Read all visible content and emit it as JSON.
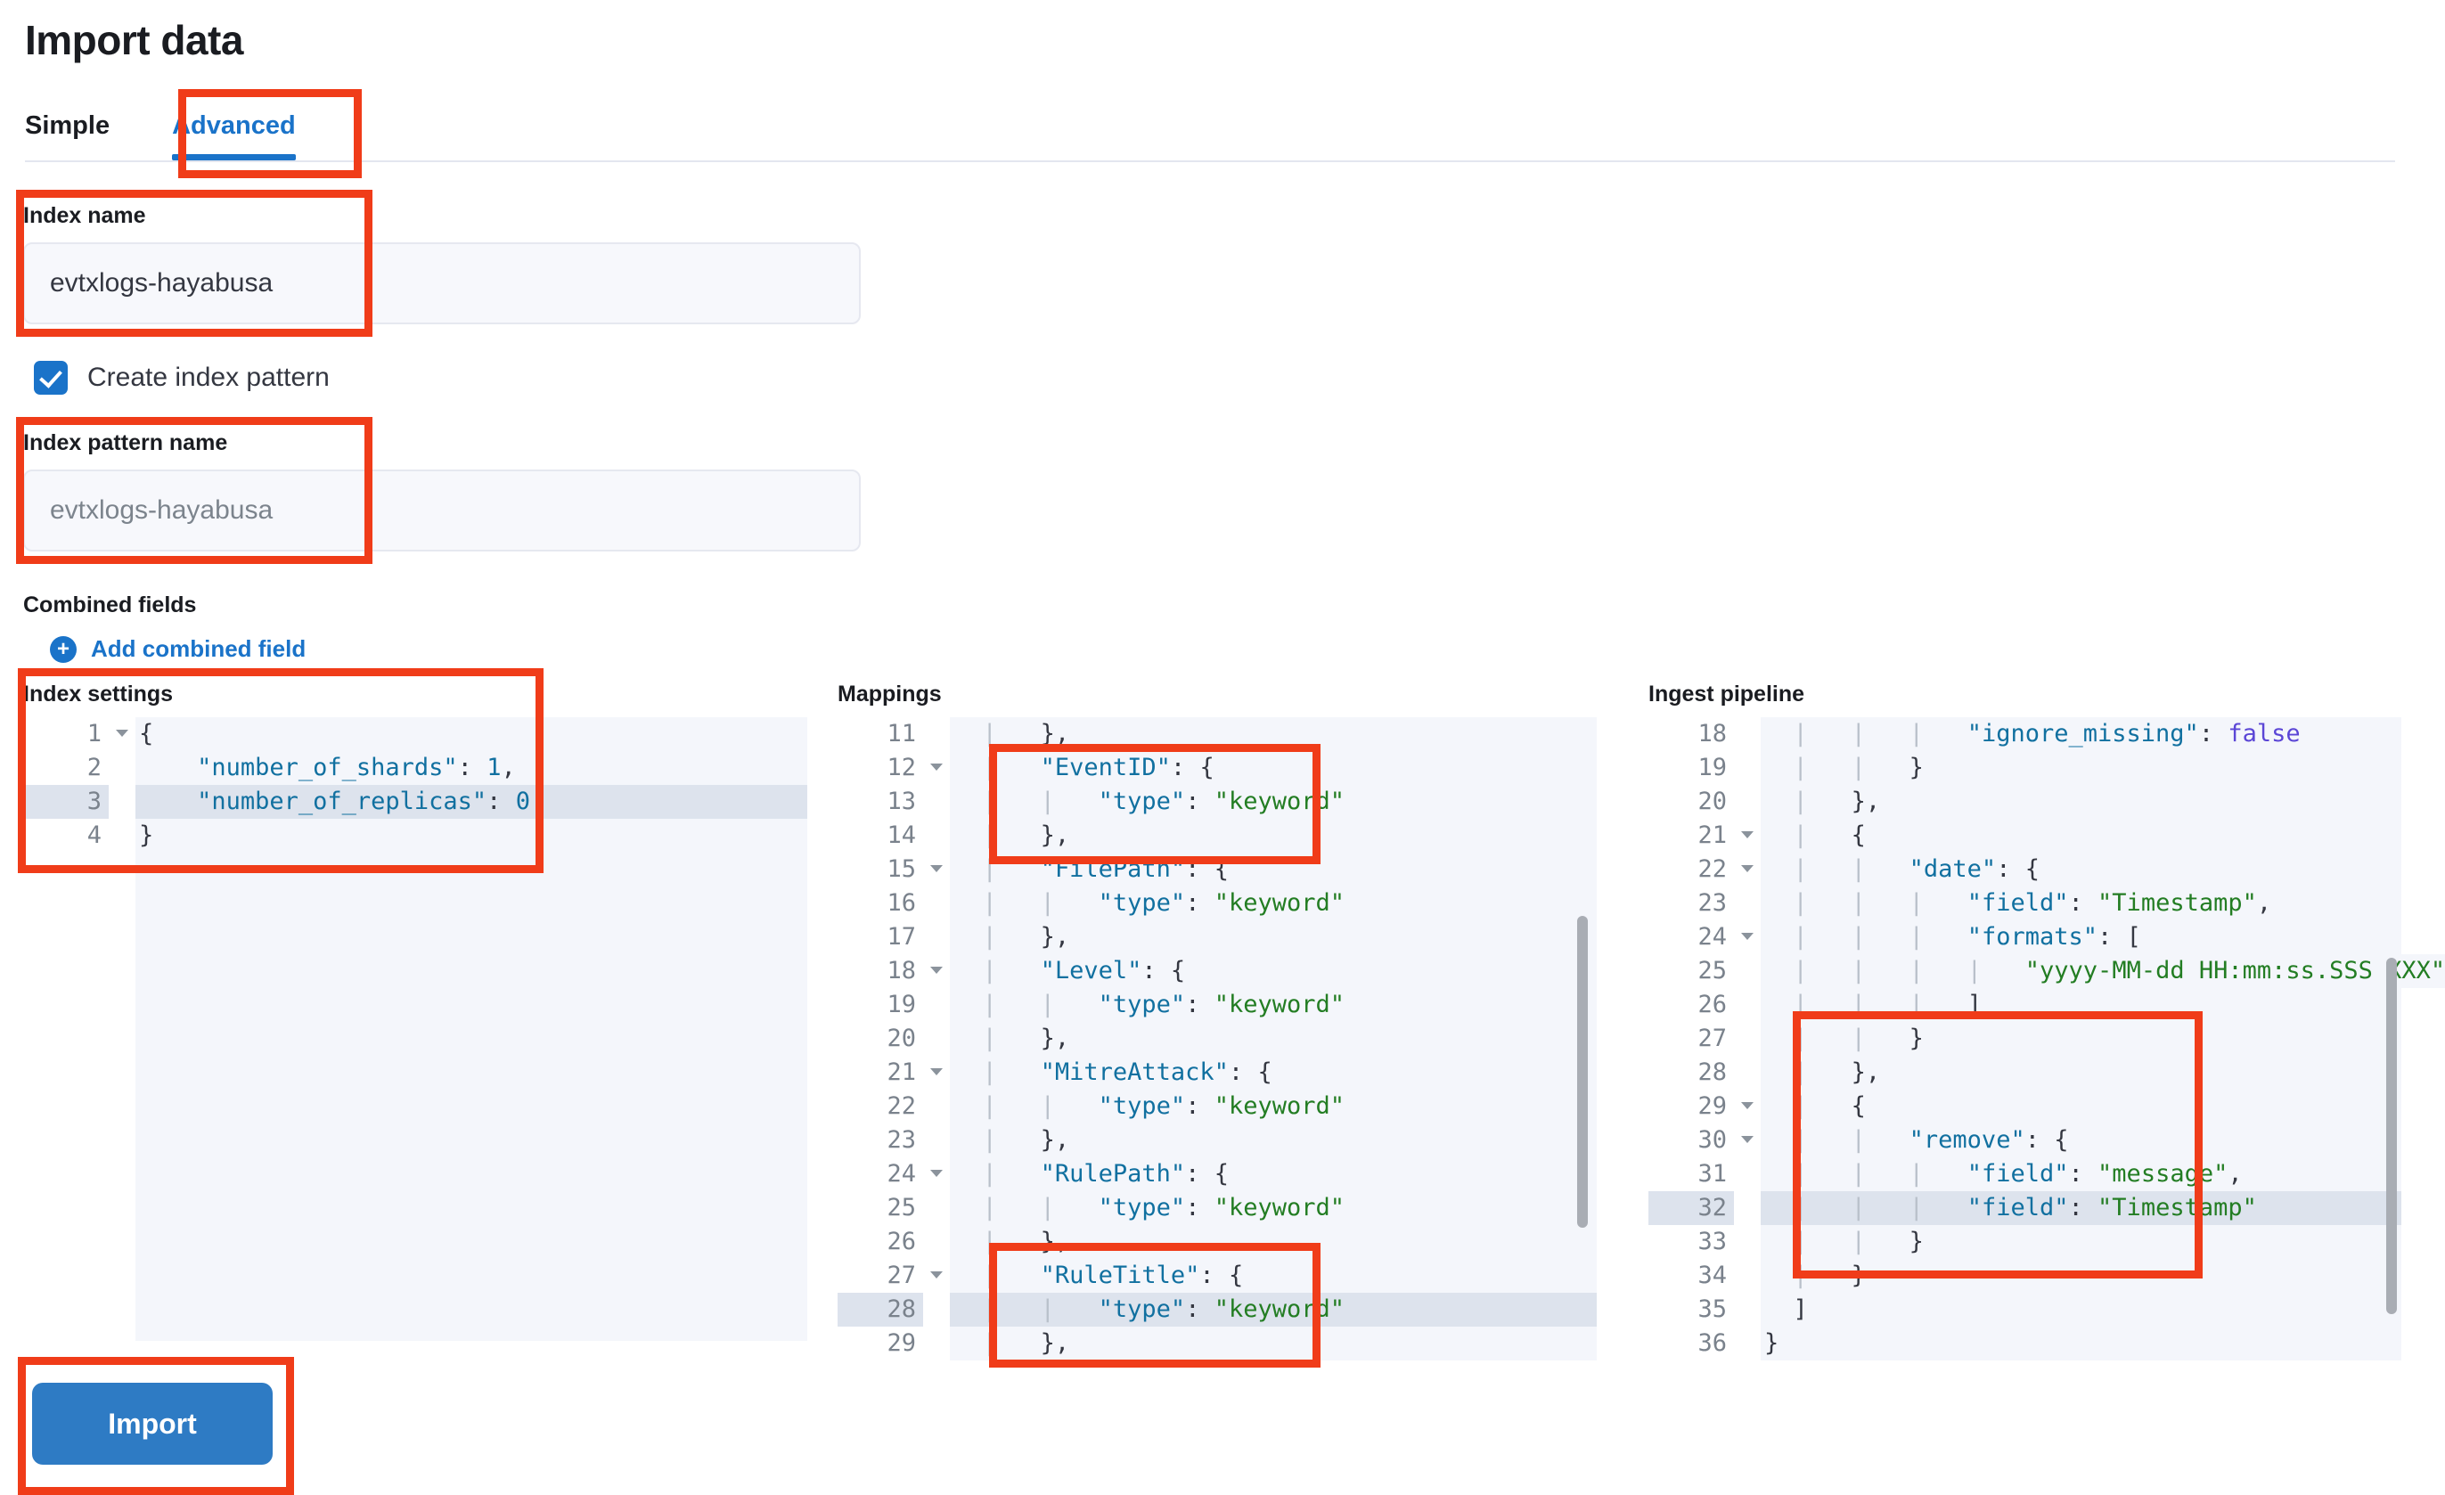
{
  "page": {
    "title": "Import data"
  },
  "tabs": [
    {
      "label": "Simple",
      "selected": false
    },
    {
      "label": "Advanced",
      "selected": true
    }
  ],
  "form": {
    "index_name": {
      "label": "Index name",
      "value": "evtxlogs-hayabusa"
    },
    "create_index_pattern": {
      "label": "Create index pattern",
      "checked": true
    },
    "index_pattern_name": {
      "label": "Index pattern name",
      "placeholder": "evtxlogs-hayabusa"
    },
    "combined_fields": {
      "label": "Combined fields",
      "add_link": "Add combined field"
    },
    "import_button": "Import"
  },
  "editors": {
    "index_settings": {
      "title": "Index settings",
      "active_line": 3,
      "lines": [
        {
          "n": "1",
          "fold": true,
          "text": "{"
        },
        {
          "n": "2",
          "fold": false,
          "text": "    \"number_of_shards\": 1,"
        },
        {
          "n": "3",
          "fold": false,
          "text": "    \"number_of_replicas\": 0"
        },
        {
          "n": "4",
          "fold": false,
          "text": "}"
        }
      ]
    },
    "mappings": {
      "title": "Mappings",
      "active_line": 28,
      "first_line": 11,
      "lines": [
        {
          "n": "11",
          "fold": false,
          "text": "  |   },"
        },
        {
          "n": "12",
          "fold": true,
          "text": "  |   \"EventID\": {"
        },
        {
          "n": "13",
          "fold": false,
          "text": "  |   |   \"type\": \"keyword\""
        },
        {
          "n": "14",
          "fold": false,
          "text": "  |   },"
        },
        {
          "n": "15",
          "fold": true,
          "text": "  |   \"FilePath\": {"
        },
        {
          "n": "16",
          "fold": false,
          "text": "  |   |   \"type\": \"keyword\""
        },
        {
          "n": "17",
          "fold": false,
          "text": "  |   },"
        },
        {
          "n": "18",
          "fold": true,
          "text": "  |   \"Level\": {"
        },
        {
          "n": "19",
          "fold": false,
          "text": "  |   |   \"type\": \"keyword\""
        },
        {
          "n": "20",
          "fold": false,
          "text": "  |   },"
        },
        {
          "n": "21",
          "fold": true,
          "text": "  |   \"MitreAttack\": {"
        },
        {
          "n": "22",
          "fold": false,
          "text": "  |   |   \"type\": \"keyword\""
        },
        {
          "n": "23",
          "fold": false,
          "text": "  |   },"
        },
        {
          "n": "24",
          "fold": true,
          "text": "  |   \"RulePath\": {"
        },
        {
          "n": "25",
          "fold": false,
          "text": "  |   |   \"type\": \"keyword\""
        },
        {
          "n": "26",
          "fold": false,
          "text": "  |   },"
        },
        {
          "n": "27",
          "fold": true,
          "text": "  |   \"RuleTitle\": {"
        },
        {
          "n": "28",
          "fold": false,
          "text": "  |   |   \"type\": \"keyword\""
        },
        {
          "n": "29",
          "fold": false,
          "text": "  |   },"
        }
      ]
    },
    "ingest_pipeline": {
      "title": "Ingest pipeline",
      "active_line": 32,
      "first_line": 18,
      "lines": [
        {
          "n": "18",
          "fold": false,
          "text": "  |   |   |   \"ignore_missing\": false"
        },
        {
          "n": "19",
          "fold": false,
          "text": "  |   |   }"
        },
        {
          "n": "20",
          "fold": false,
          "text": "  |   },"
        },
        {
          "n": "21",
          "fold": true,
          "text": "  |   {"
        },
        {
          "n": "22",
          "fold": true,
          "text": "  |   |   \"date\": {"
        },
        {
          "n": "23",
          "fold": false,
          "text": "  |   |   |   \"field\": \"Timestamp\","
        },
        {
          "n": "24",
          "fold": true,
          "text": "  |   |   |   \"formats\": ["
        },
        {
          "n": "25",
          "fold": false,
          "text": "  |   |   |   |   \"yyyy-MM-dd HH:mm:ss.SSS XXX\""
        },
        {
          "n": "26",
          "fold": false,
          "text": "  |   |   |   ]"
        },
        {
          "n": "27",
          "fold": false,
          "text": "  |   |   }"
        },
        {
          "n": "28",
          "fold": false,
          "text": "  |   },"
        },
        {
          "n": "29",
          "fold": true,
          "text": "  |   {"
        },
        {
          "n": "30",
          "fold": true,
          "text": "  |   |   \"remove\": {"
        },
        {
          "n": "31",
          "fold": false,
          "text": "  |   |   |   \"field\": \"message\","
        },
        {
          "n": "32",
          "fold": false,
          "text": "  |   |   |   \"field\": \"Timestamp\""
        },
        {
          "n": "33",
          "fold": false,
          "text": "  |   |   }"
        },
        {
          "n": "34",
          "fold": false,
          "text": "  |   }"
        },
        {
          "n": "35",
          "fold": false,
          "text": "  ]"
        },
        {
          "n": "36",
          "fold": false,
          "text": "}"
        }
      ]
    }
  },
  "colors": {
    "accent_blue": "#1a73c9",
    "button_blue": "#2e7bc4",
    "annotation_red": "#f03c19",
    "code_key": "#1170a0",
    "code_string": "#237d23",
    "code_boolean": "#5b46d6"
  }
}
